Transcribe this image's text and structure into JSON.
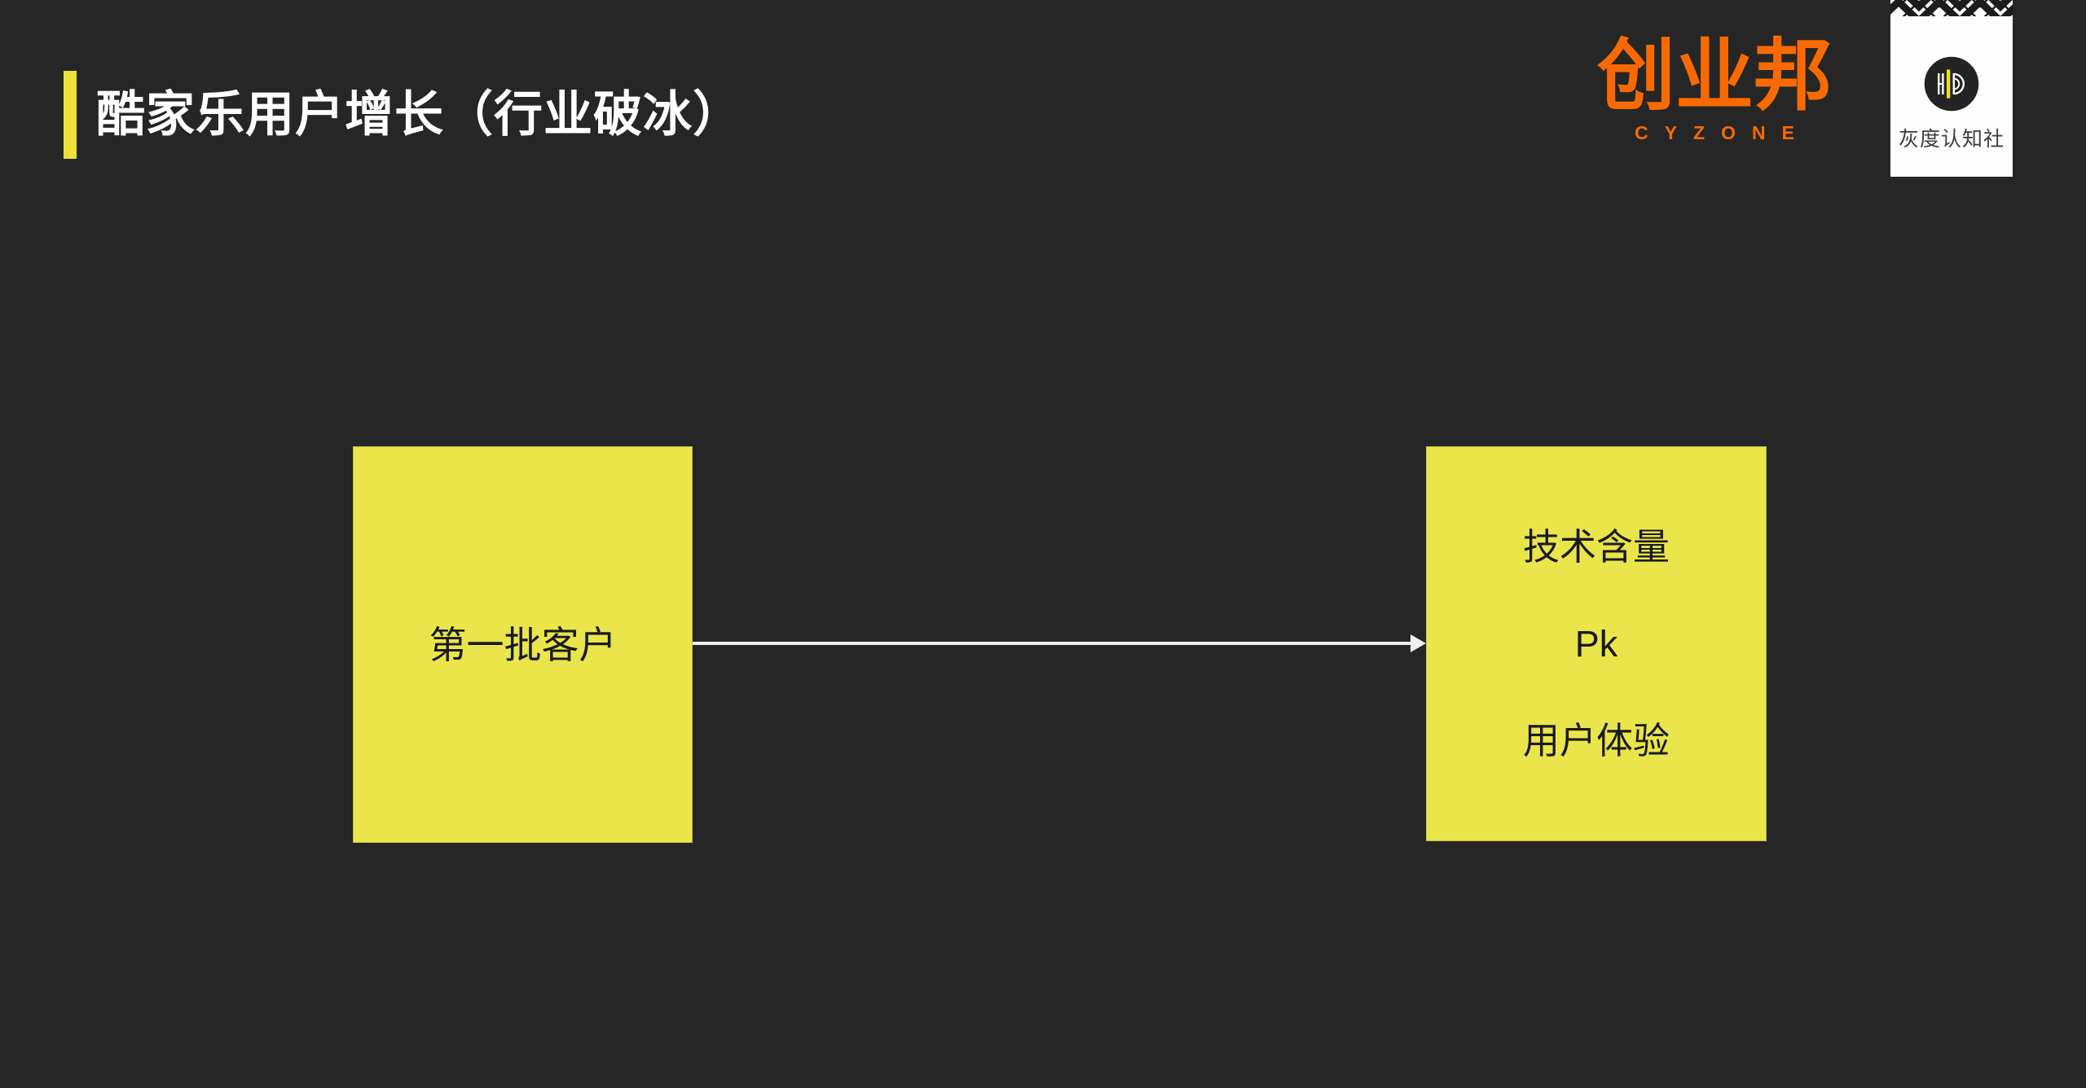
{
  "slide": {
    "background_color": "#262626",
    "accent_yellow": "#EAE54B",
    "title_bar_yellow": "#EDE23C",
    "arrow_color": "#F0F0F0"
  },
  "header": {
    "title": "酷家乐用户增长（行业破冰）"
  },
  "logos": {
    "cyzone": {
      "name": "创业邦",
      "subtitle": "CYZONE",
      "color": "#F86A00"
    },
    "huidu": {
      "label": "灰度认知社",
      "monogram": "HD",
      "monogram_accent": "#F5E013"
    }
  },
  "diagram": {
    "left_box": {
      "label": "第一批客户"
    },
    "arrow": {
      "direction": "right"
    },
    "right_box": {
      "lines": [
        "技术含量",
        "Pk",
        "用户体验"
      ]
    }
  }
}
